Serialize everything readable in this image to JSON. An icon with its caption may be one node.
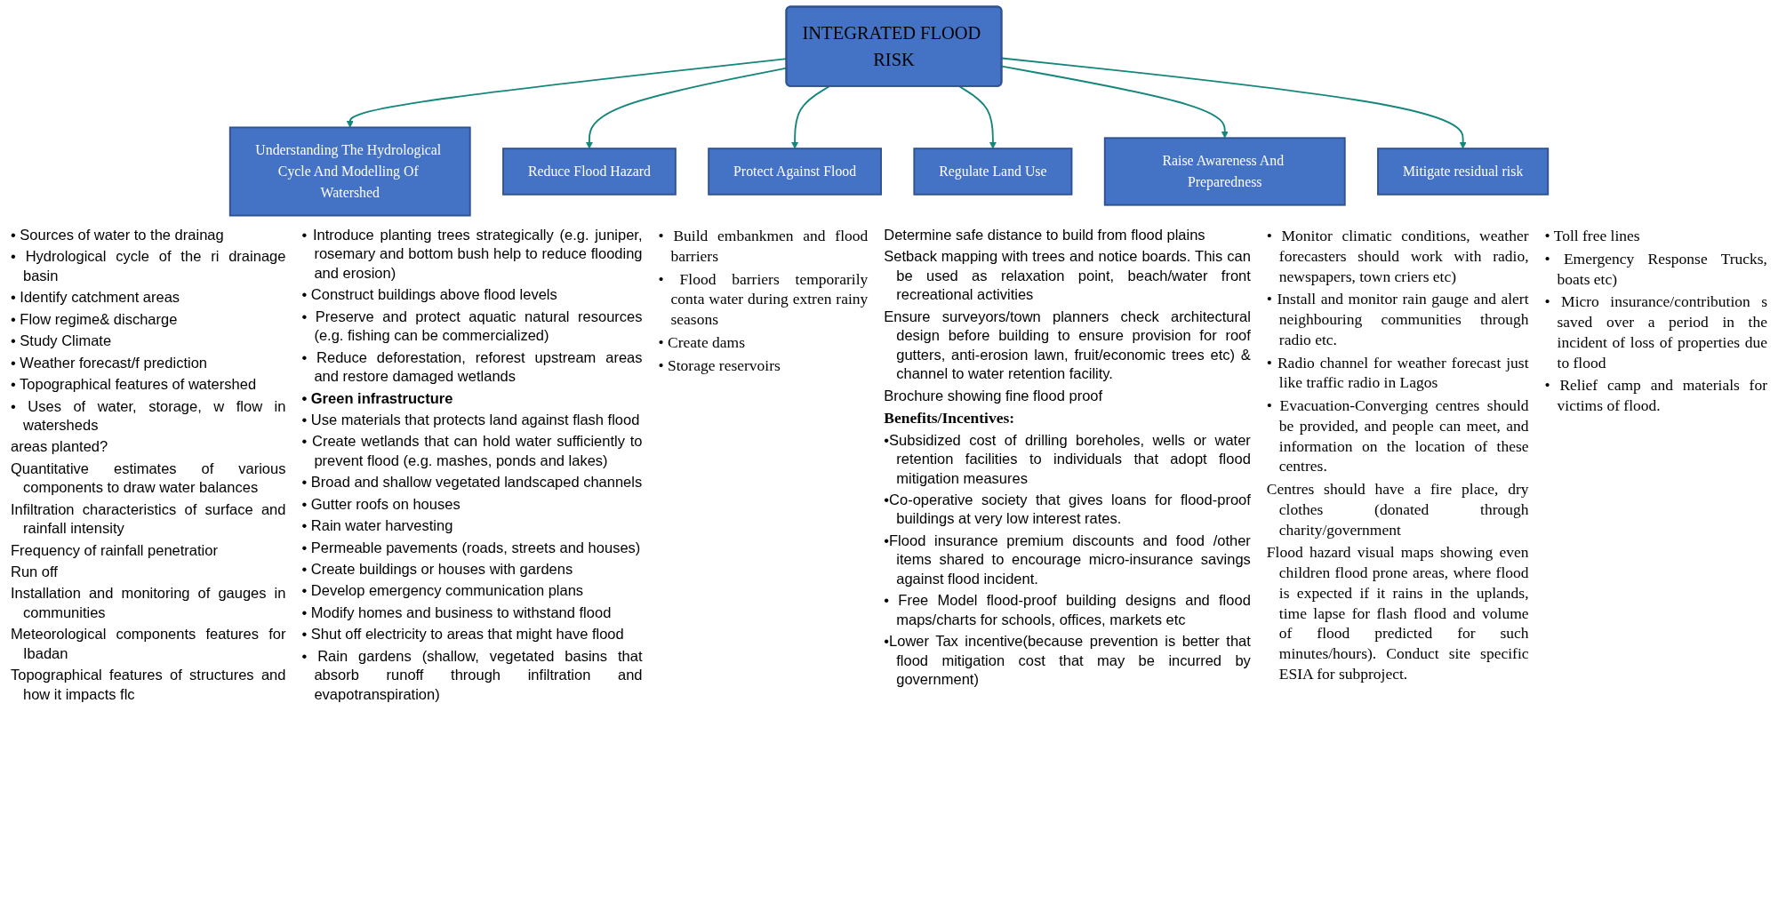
{
  "diagram": {
    "nodes": [
      {
        "text": [
          "INTEGRATED FLOOD RISK"
        ]
      },
      {
        "text": [
          "Understanding The Hydrological Cycle And Modelling Of Watershed"
        ],
        "beside": [
          "• Sources of water to the drainag",
          "• Hydrological cycle of the ri drainage basin",
          "• Identify catchment areas",
          "• Flow regime& discharge",
          "• Study Climate",
          "• Weather forecast/f prediction",
          "• Topographical features of watershed",
          "• Uses of water, storage, w flow in watersheds",
          "areas planted?",
          "Quantitative estimates of various components to draw water balances",
          "Infiltration characteristics of surface and rainfall intensity",
          "Frequency of rainfall penetratior",
          "Run off",
          "Installation and monitoring of gauges in communities",
          "Meteorological components features for Ibadan",
          "Topographical features of structures and how it impacts flc"
        ]
      },
      {
        "text": [
          "Reduce Flood Hazard"
        ],
        "beside": [
          "• Introduce planting trees strategically (e.g. juniper, rosemary and bottom bush help to reduce flooding and erosion)",
          "• Construct buildings above flood levels",
          "• Preserve and protect aquatic natural resources (e.g. fishing can be commercialized)",
          "• Reduce deforestation, reforest upstream areas and restore damaged wetlands",
          "• Green infrastructure",
          "• Use materials that protects land against flash flood",
          "• Create wetlands that can hold water sufficiently to prevent flood (e.g. mashes, ponds and lakes)",
          "• Broad and shallow vegetated landscaped channels",
          "• Gutter roofs on houses",
          "• Rain water harvesting",
          "• Permeable pavements (roads, streets and houses)",
          "• Create buildings or houses with gardens",
          "• Develop emergency communication plans",
          "• Modify homes and business to withstand flood",
          "• Shut off electricity to areas that might have flood",
          "• Rain gardens (shallow, vegetated basins that absorb runoff through infiltration and evapotranspiration)"
        ]
      },
      {
        "text": [
          "Protect Against Flood"
        ],
        "beside": [
          "• Build embankmen and flood barriers",
          "• Flood barriers temporarily conta water during extren rainy seasons",
          "• Create dams",
          "• Storage reservoirs"
        ]
      },
      {
        "text": [
          "Regulate Land Use"
        ],
        "beside": [
          "Determine safe distance to build from flood plains",
          "Setback mapping with trees and notice boards. This can be used as relaxation point, beach/water front recreational activities",
          "Ensure surveyors/town planners check architectural design before building to ensure provision for roof gutters, anti-erosion lawn, fruit/economic trees etc) & channel to water retention facility.",
          "Brochure showing fine flood proof",
          "Benefits/Incentives:",
          "•Subsidized cost of drilling boreholes, wells or water retention facilities to individuals that adopt flood mitigation measures",
          "•Co-operative society that gives loans for flood-proof buildings at very low interest rates.",
          "•Flood insurance premium discounts and food /other items shared to encourage micro-insurance savings against flood incident.",
          "• Free Model flood-proof building designs and flood maps/charts for schools, offices, markets etc",
          "•Lower Tax incentive(because prevention is better that flood mitigation cost that may be incurred by government)"
        ]
      },
      {
        "text": [
          "Raise Awareness And Preparedness"
        ],
        "beside": [
          "• Monitor climatic conditions, weather forecasters should work with radio, newspapers, town criers etc)",
          "• Install and monitor rain gauge and alert neighbouring communities through radio etc.",
          "• Radio channel for weather forecast just like traffic radio in Lagos",
          "• Evacuation-Converging centres should be provided, and people can meet, and information on the location of these centres.",
          "Centres should have a fire place, dry clothes (donated through charity/government",
          "Flood hazard visual maps showing even children flood prone areas, where flood is expected if it rains in the uplands, time lapse for flash flood and volume of flood predicted for such minutes/hours). Conduct site specific ESIA for subproject."
        ]
      },
      {
        "text": [
          "Mitigate residual risk"
        ],
        "beside": [
          "• Toll free lines",
          "• Emergency Response Trucks, boats etc)",
          "• Micro insurance/contribution s saved over a period in the incident of loss of properties due to flood",
          "• Relief camp and materials for victims of flood."
        ]
      }
    ],
    "edges": [
      {
        "from": 0,
        "to": 1,
        "arrow": "to"
      },
      {
        "from": 0,
        "to": 2,
        "arrow": "to"
      },
      {
        "from": 0,
        "to": 3,
        "arrow": "to"
      },
      {
        "from": 0,
        "to": 4,
        "arrow": "to"
      },
      {
        "from": 0,
        "to": 5,
        "arrow": "to"
      },
      {
        "from": 0,
        "to": 6,
        "arrow": "to"
      }
    ]
  }
}
